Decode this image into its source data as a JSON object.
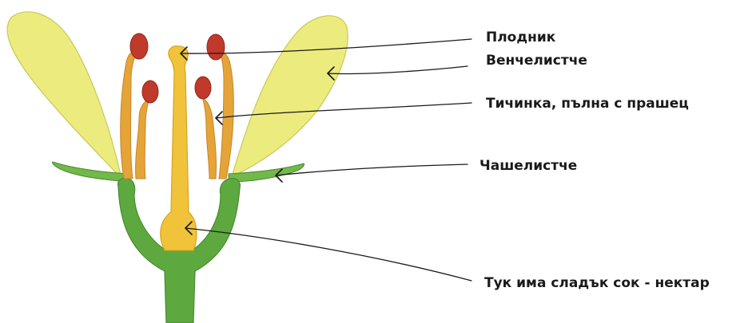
{
  "labels": {
    "pistil": "Плодник",
    "petal": "Венчелистче",
    "stamen": "Тичинка, пълна с прашец",
    "sepal": "Чашелистче",
    "nectar": "Тук има сладък сок - нектар"
  },
  "colors": {
    "petal": "#eceb7e",
    "petal_outline": "#c9c85a",
    "stem": "#5ea93f",
    "stem_outline": "#4a8a30",
    "sepal": "#72b84a",
    "filament": "#e4a437",
    "filament_outline": "#c7852a",
    "anther": "#c0392b",
    "pistil": "#f0c33a",
    "pistil_outline": "#d6a321"
  }
}
